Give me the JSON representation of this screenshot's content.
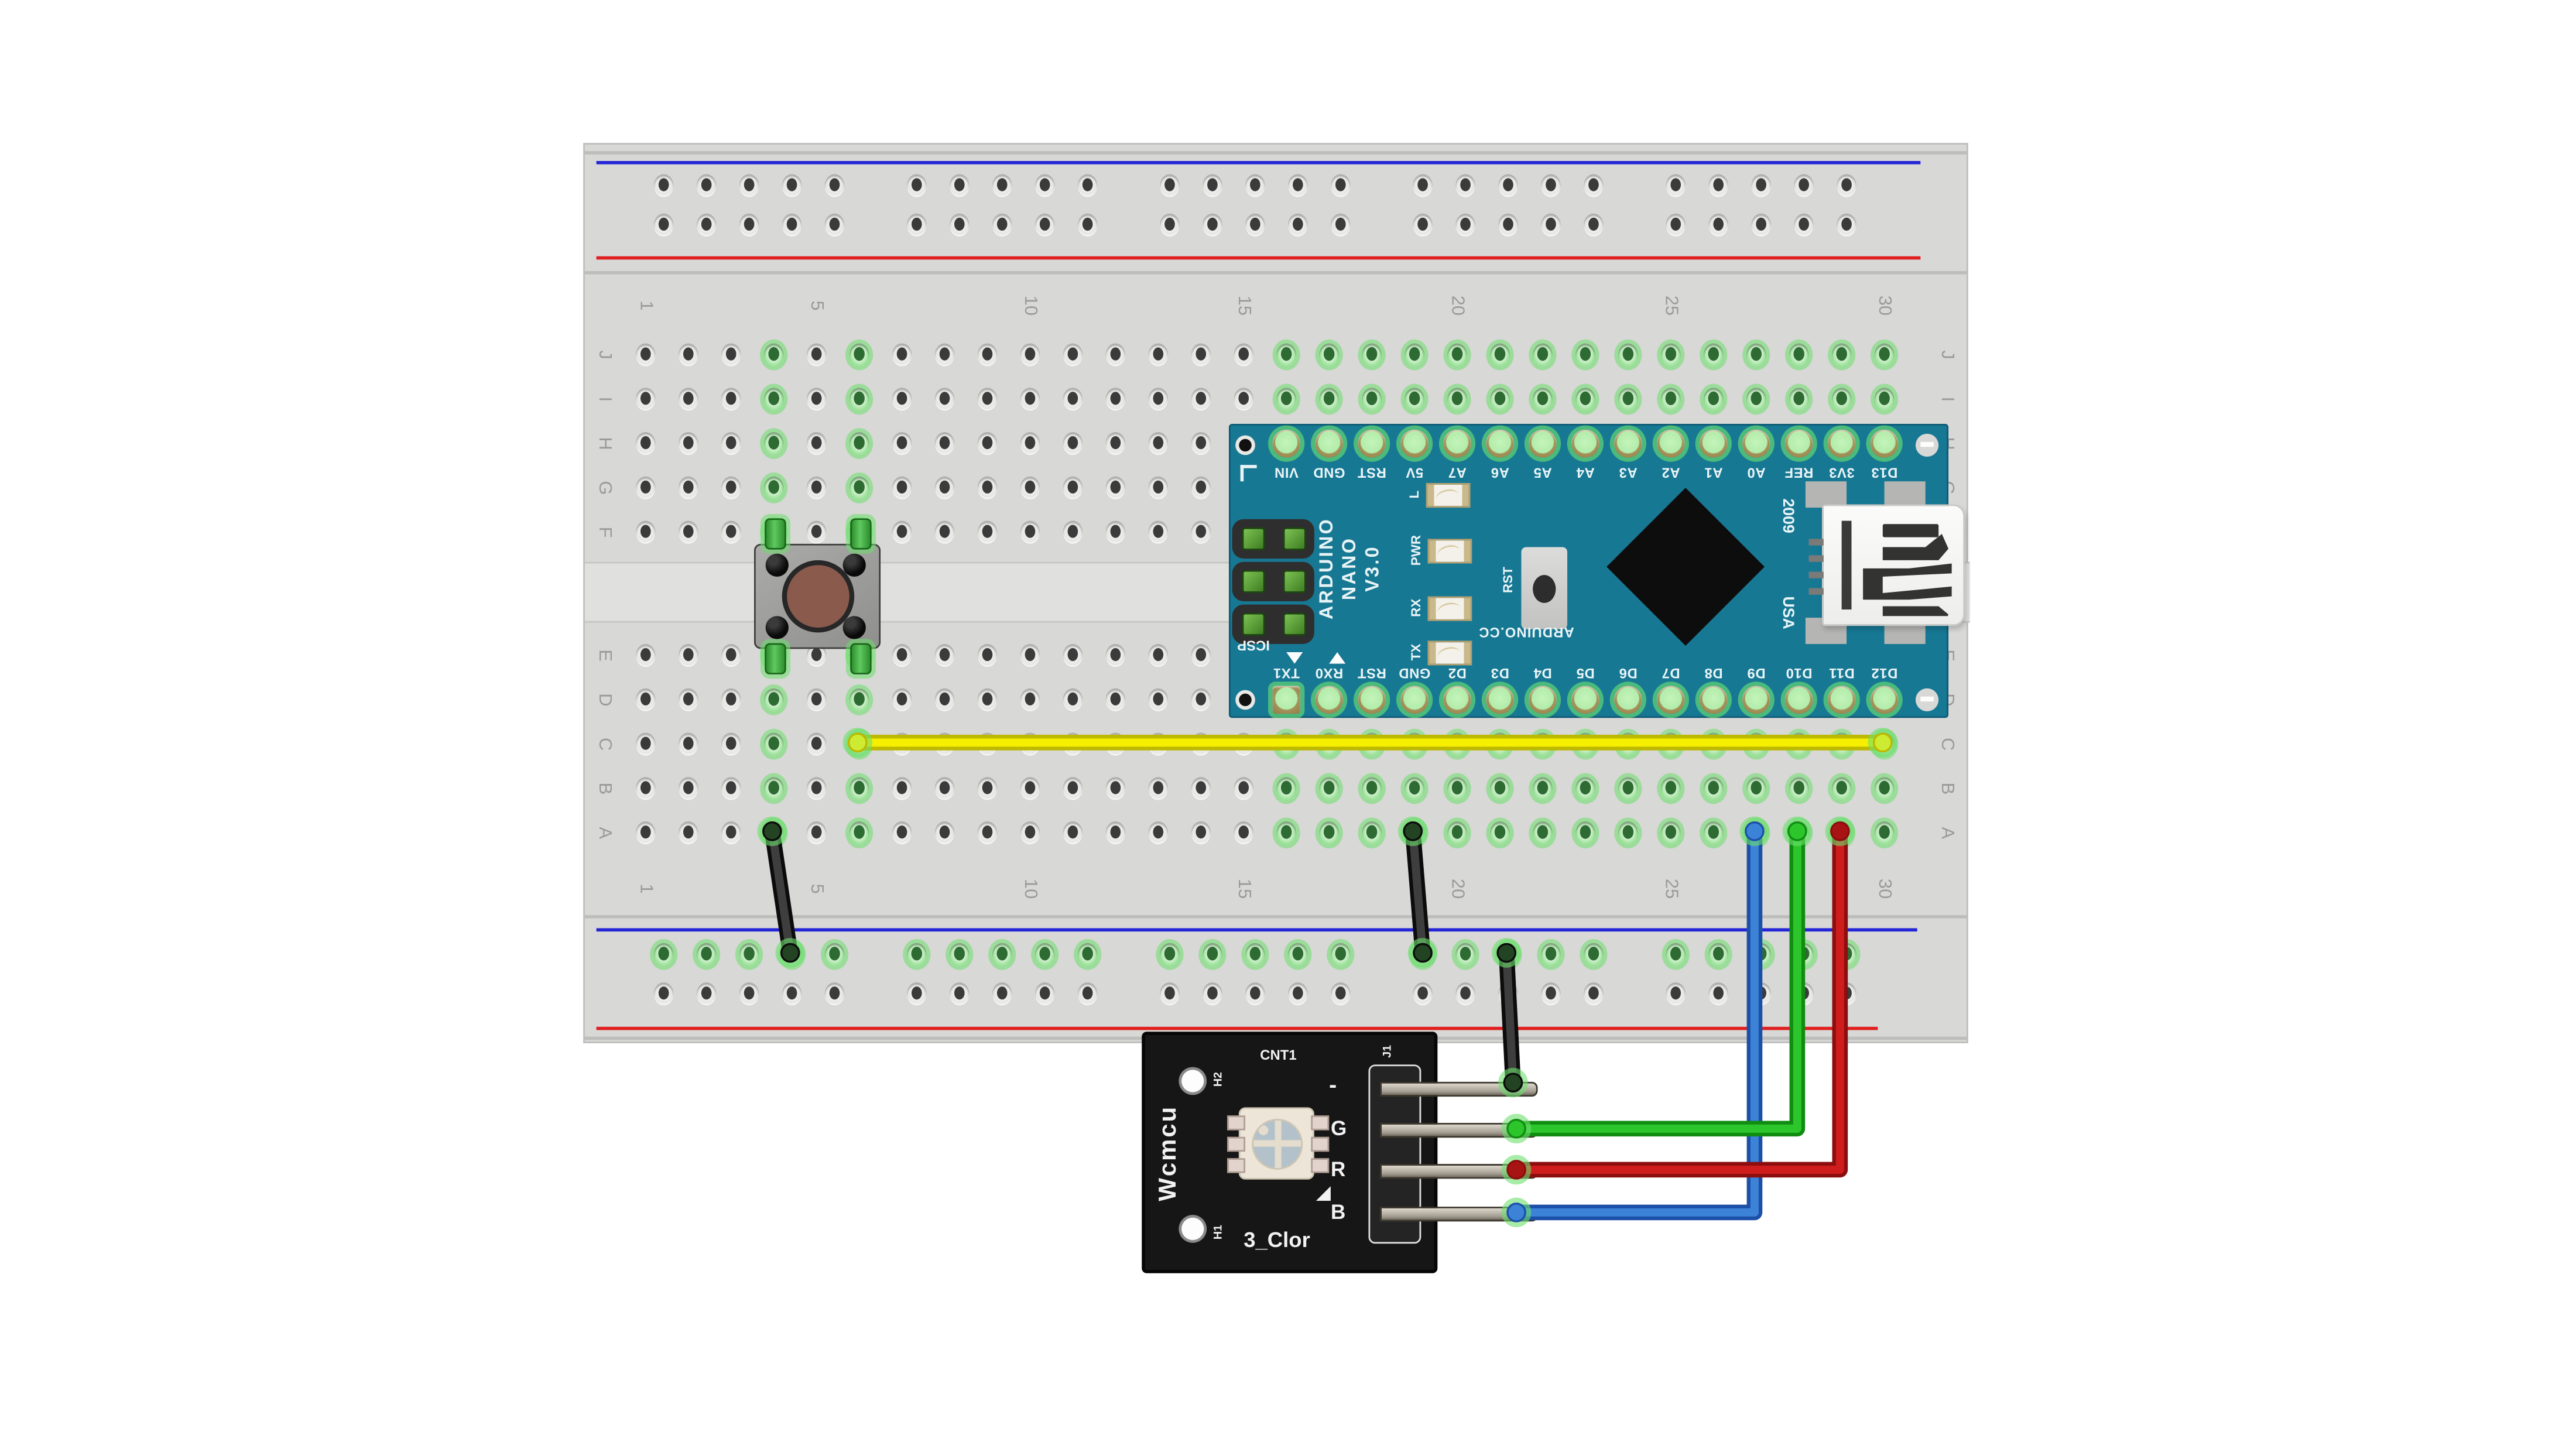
{
  "scene": {
    "background_color": "#ffffff"
  },
  "breadboard": {
    "body_color": "#d8d8d6",
    "channel_color": "#e0e0de",
    "negative_rail_color": "#2525d8",
    "positive_rail_color": "#e02020",
    "label_color": "#9a9a9a",
    "connected_highlight_color": "#6fdc6f",
    "column_numbers": [
      "1",
      "5",
      "10",
      "15",
      "20",
      "25",
      "30"
    ],
    "row_letters": [
      "J",
      "I",
      "H",
      "G",
      "F",
      "E",
      "D",
      "C",
      "B",
      "A"
    ]
  },
  "arduino_nano": {
    "board_color": "#177894",
    "top_pin_labels": [
      "VIN",
      "GND",
      "RST",
      "5V",
      "A7",
      "A6",
      "A5",
      "A4",
      "A3",
      "A2",
      "A1",
      "A0",
      "REF",
      "3V3",
      "D13"
    ],
    "bottom_pin_labels": [
      "TX1",
      "RX0",
      "RST",
      "GND",
      "D2",
      "D3",
      "D4",
      "D5",
      "D6",
      "D7",
      "D8",
      "D9",
      "D10",
      "D11",
      "D12"
    ],
    "side_text_lines": [
      "ARDUINO",
      "NANO",
      "V3.0"
    ],
    "brand_text": "ARDUINO.CC",
    "year_text": "2009",
    "country_text": "USA",
    "icsp_label": "ICSP",
    "reset_label": "RST",
    "led_labels": [
      "L",
      "PWR",
      "RX",
      "TX"
    ]
  },
  "push_button": {
    "body_color": "#9c9c9a",
    "cap_color": "#8a5a4c"
  },
  "rgb_led_module": {
    "board_color": "#161616",
    "side_text": "Wcmcu",
    "top_text": "CNT1",
    "bottom_text": "3_Clor",
    "hole_labels": [
      "H2",
      "H1"
    ],
    "header_label": "J1",
    "pin_labels": [
      "-",
      "G",
      "R",
      "B"
    ]
  },
  "wires": [
    {
      "name": "signal-wire-yellow",
      "color": "#f6ef00",
      "edge_color": "#bdb800",
      "cap_color": "#cdeb33",
      "from": "C6",
      "to": "C30"
    },
    {
      "name": "button-ground-wire-black",
      "color": "#3e3e3e",
      "edge_color": "#0c0c0c",
      "cap_color": "#234423",
      "from": "A4",
      "to": "ground-rail"
    },
    {
      "name": "nano-ground-wire-black",
      "color": "#3e3e3e",
      "edge_color": "#0c0c0c",
      "cap_color": "#234423",
      "from": "A19",
      "to": "ground-rail"
    },
    {
      "name": "module-ground-wire-black",
      "color": "#3e3e3e",
      "edge_color": "#0c0c0c",
      "cap_color": "#234423",
      "from": "ground-rail",
      "to": "module-pin-minus"
    },
    {
      "name": "blue-wire-to-B",
      "color": "#3c83d8",
      "edge_color": "#1c50a8",
      "cap_color": "#3c83d8",
      "from": "A27",
      "to": "module-pin-B"
    },
    {
      "name": "green-wire-to-G",
      "color": "#2cc62c",
      "edge_color": "#108c10",
      "cap_color": "#2cc62c",
      "from": "A28",
      "to": "module-pin-G"
    },
    {
      "name": "red-wire-to-R",
      "color": "#cf1d1d",
      "edge_color": "#8c0e0e",
      "cap_color": "#a81414",
      "from": "A29",
      "to": "module-pin-R"
    }
  ]
}
